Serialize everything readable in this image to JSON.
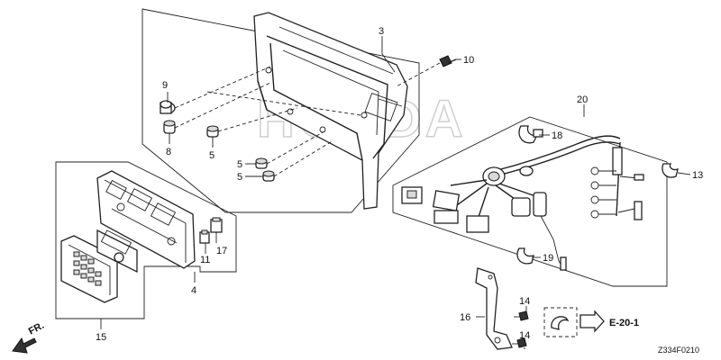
{
  "watermark": "HONDA",
  "diagram_code": "Z334F0210",
  "reference": "E-20-1",
  "front_marker": "FR.",
  "part_labels": {
    "p3": "3",
    "p5a": "5",
    "p5b": "5",
    "p5c": "5",
    "p8": "8",
    "p9": "9",
    "p10": "10",
    "p11": "11",
    "p13": "13",
    "p14a": "14",
    "p14b": "14",
    "p15": "15",
    "p16": "16",
    "p17": "17",
    "p18": "18",
    "p19": "19",
    "p20": "20",
    "p4": "4"
  }
}
